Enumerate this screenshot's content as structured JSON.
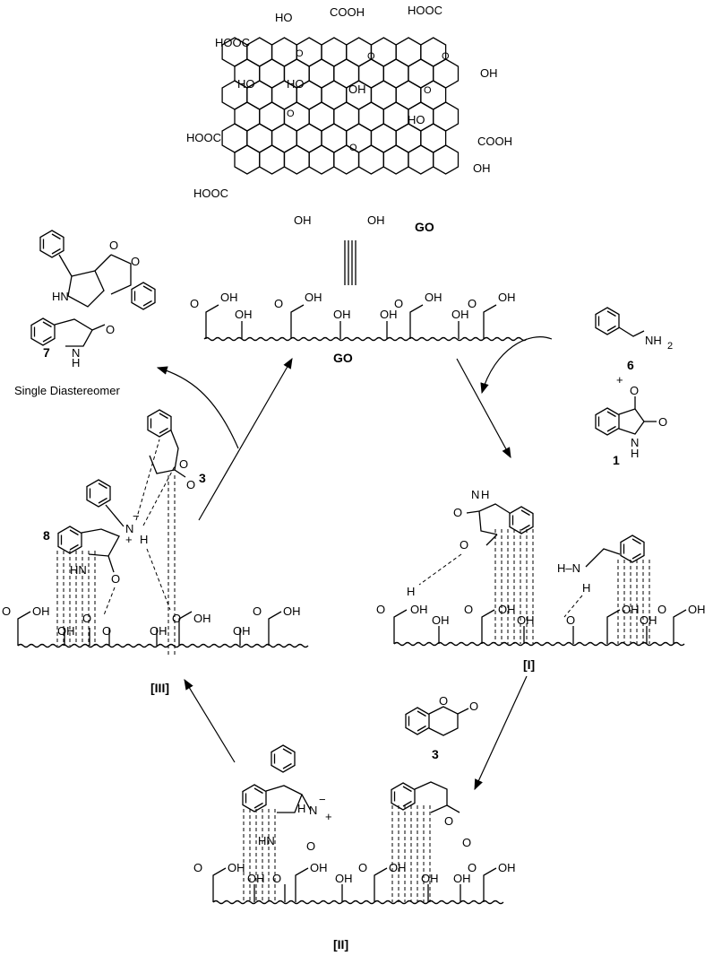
{
  "go_sheet": {
    "label": "GO",
    "groups": {
      "cooh": "COOH",
      "hooc": "HOOC",
      "oh": "OH",
      "ho": "HO",
      "o": "O"
    }
  },
  "go_strip": {
    "label": "GO",
    "cooh": "OH",
    "o": "O",
    "oh": "OH"
  },
  "reagents": {
    "amine": {
      "number": "6",
      "group": "NH",
      "subscript": "2"
    },
    "plus": "+",
    "isatin": {
      "number": "1",
      "nh": "N",
      "h": "H",
      "o": "O"
    },
    "coumarin": {
      "number": "3",
      "o": "O"
    }
  },
  "product": {
    "number": "7",
    "caption": "Single Diastereomer",
    "hn": "HN",
    "nh": "N",
    "h": "H",
    "o": "O"
  },
  "intermediates": {
    "i": {
      "label": "[I]",
      "nh": "N",
      "h": "H",
      "hn": "H–N",
      "o": "O"
    },
    "ii": {
      "label": "[II]",
      "hn": "HN",
      "h": "H",
      "n": "N",
      "o": "O",
      "minus": "−",
      "plus": "+"
    },
    "iii": {
      "label": "[III]",
      "ylide": "8",
      "dipolarophile": "3",
      "hn": "HN",
      "n": "N",
      "h": "H",
      "o": "O",
      "minus": "−",
      "plus": "+"
    }
  }
}
